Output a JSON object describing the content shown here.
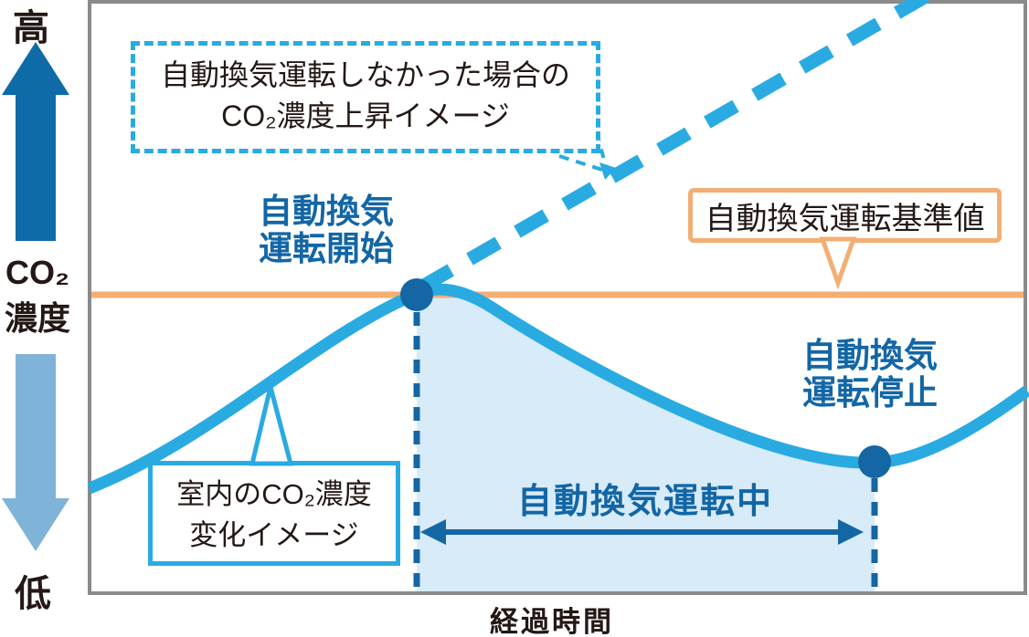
{
  "diagram": {
    "y_axis": {
      "high_label": "高",
      "low_label": "低",
      "title_line1": "CO₂",
      "title_line2": "濃度"
    },
    "x_axis": {
      "label": "経過時間"
    },
    "callouts": {
      "no_ventilation": {
        "line1": "自動換気運転しなかった場合の",
        "line2": "CO₂濃度上昇イメージ"
      },
      "threshold": {
        "label": "自動換気運転基準値"
      },
      "indoor_co2": {
        "line1": "室内のCO₂濃度",
        "line2": "変化イメージ"
      }
    },
    "labels": {
      "vent_start_line1": "自動換気",
      "vent_start_line2": "運転開始",
      "vent_stop_line1": "自動換気",
      "vent_stop_line2": "運転停止",
      "venting": "自動換気運転中"
    },
    "colors": {
      "curve_cyan": "#29abe2",
      "dark_blue": "#1566a4",
      "region_fill": "#d7ebf8",
      "threshold_orange": "#f3ae74",
      "up_arrow_blue": "#0e6ba8",
      "down_arrow_blue": "#7fb3d7",
      "text_black": "#231815",
      "plot_border_gray": "#8a8a8a"
    }
  },
  "chart_data": {
    "type": "line",
    "title": "",
    "xlabel": "経過時間",
    "ylabel": "CO₂濃度",
    "y_axis_qualitative": [
      "低",
      "高"
    ],
    "grid": false,
    "legend_position": "none",
    "threshold_line": {
      "label": "自動換気運転基準値",
      "color": "#f3ae74",
      "y_norm": 0.5
    },
    "series": [
      {
        "name": "室内のCO₂濃度変化イメージ",
        "style": "solid",
        "color": "#29abe2",
        "x_norm": [
          0.0,
          0.18,
          0.35,
          0.38,
          0.55,
          0.84,
          1.0
        ],
        "y_norm": [
          0.18,
          0.36,
          0.5,
          0.51,
          0.38,
          0.22,
          0.34
        ]
      },
      {
        "name": "自動換気運転しなかった場合のCO₂濃度上昇イメージ",
        "style": "dashed",
        "color": "#29abe2",
        "x_norm": [
          0.355,
          0.9
        ],
        "y_norm": [
          0.5,
          1.0
        ]
      }
    ],
    "events": [
      {
        "label": "自動換気運転開始",
        "x_norm": 0.35,
        "y_norm": 0.5,
        "marker": "dot"
      },
      {
        "label": "自動換気運転停止",
        "x_norm": 0.84,
        "y_norm": 0.22,
        "marker": "dot"
      },
      {
        "label": "自動換気運転中",
        "span_x_norm": [
          0.35,
          0.84
        ],
        "shaded": true
      }
    ]
  }
}
